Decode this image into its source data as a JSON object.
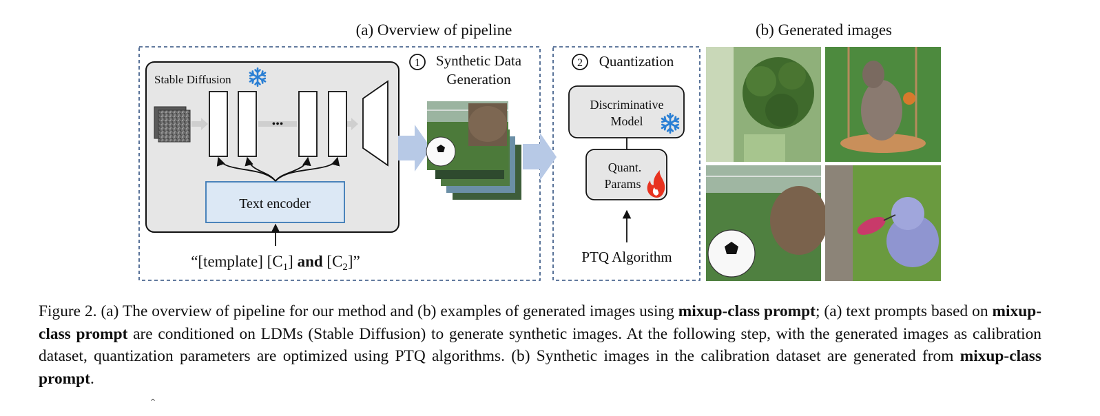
{
  "panel_a": {
    "title": "(a) Overview of pipeline",
    "stable_diffusion_label": "Stable Diffusion",
    "ellipsis": "•••",
    "text_encoder_label": "Text encoder",
    "prompt": {
      "open_quote": "“[template] [C",
      "sub1": "1",
      "mid": "] ",
      "and_word": "and",
      "mid2": " [C",
      "sub2": "2",
      "close": "]”"
    },
    "step1": {
      "number": "1",
      "line1": "Synthetic Data",
      "line2": "Generation"
    },
    "step2": {
      "number": "2",
      "label": "Quantization"
    },
    "discriminative_line1": "Discriminative",
    "discriminative_line2": "Model",
    "quant_line1": "Quant.",
    "quant_line2": "Params",
    "ptq_label": "PTQ Algorithm"
  },
  "panel_b": {
    "title": "(b) Generated images",
    "images": [
      "broccoli-photo",
      "wallaby-on-swing-photo",
      "wombat-with-soccer-ball-photo",
      "hummingbird-and-teddy-bear-photo"
    ]
  },
  "caption": {
    "p1": "Figure 2. (a) The overview of pipeline for our method and (b) examples of generated images using ",
    "b1": "mixup-class prompt",
    "p2": "; (a) text prompts based on ",
    "b2": "mixup-class prompt",
    "p3": " are conditioned on LDMs (Stable Diffusion) to generate synthetic images. At the following step, with the generated images as calibration dataset, quantization parameters are optimized using PTQ algorithms. (b) Synthetic images in the calibration dataset are generated from ",
    "b3": "mixup-class prompt",
    "p4": "."
  },
  "stray_mark": "ˆ",
  "colors": {
    "dashed_border": "#2f4f7f",
    "sd_box_fill": "#e6e6e6",
    "encoder_fill": "#dce8f5",
    "encoder_border": "#3a78b5",
    "arrow_fill": "#b7c9e6",
    "snowflake": "#2a7fd4",
    "fire": "#e8321f"
  }
}
